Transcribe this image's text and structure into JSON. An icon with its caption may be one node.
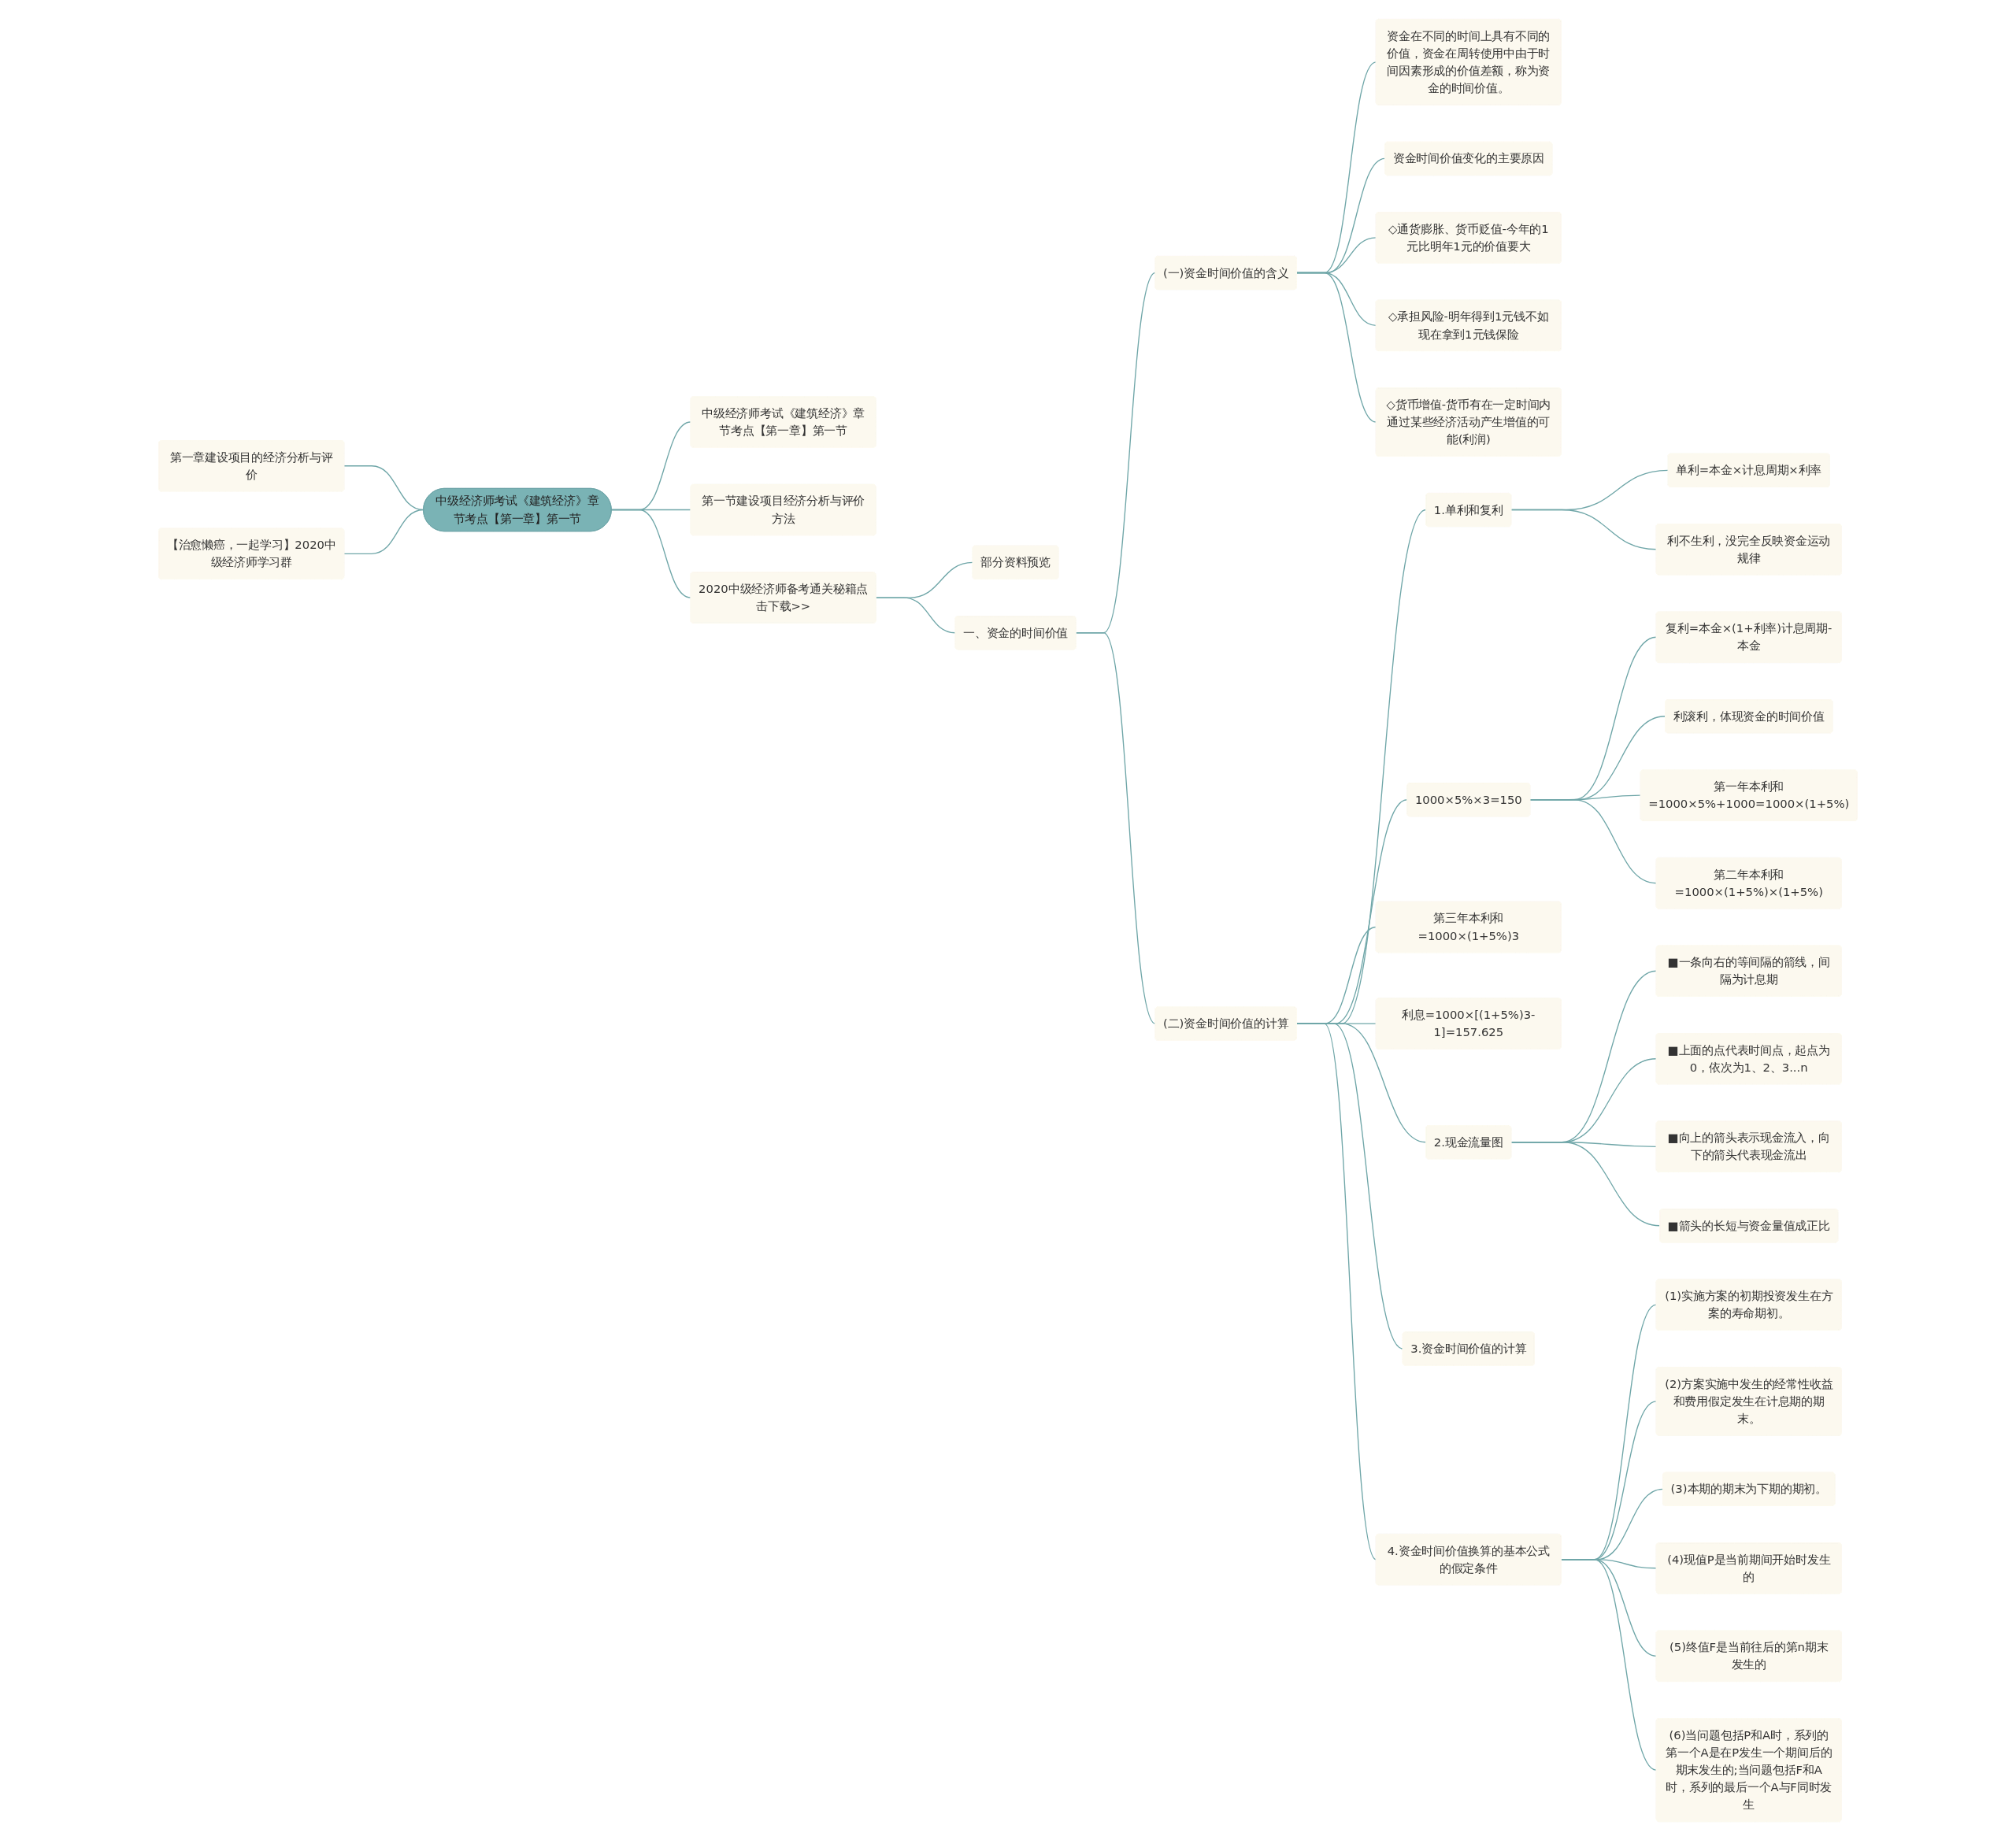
{
  "diagram": {
    "nodes": [
      {
        "text": [
          "中级经济师考试《建筑经济》章节考点【第一章】第一节"
        ]
      },
      {
        "text": [
          "中级经济师考试《建筑经济》章节考点【第一章】第一节"
        ]
      },
      {
        "text": [
          "第一节建设项目经济分析与评价方法"
        ]
      },
      {
        "text": [
          "2020中级经济师备考通关秘籍点击下载>>"
        ]
      },
      {
        "text": [
          "部分资料预览"
        ]
      },
      {
        "text": [
          "一、资金的时间价值"
        ]
      },
      {
        "text": [
          "(一)资金时间价值的含义"
        ]
      },
      {
        "text": [
          "资金在不同的时间上具有不同的价值，资金在周转使用中由于时间因素形成的价值差额，称为资金的时间价值。"
        ]
      },
      {
        "text": [
          "资金时间价值变化的主要原因"
        ]
      },
      {
        "text": [
          "◇通货膨胀、货币贬值-今年的1元比明年1元的价值要大"
        ]
      },
      {
        "text": [
          "◇承担风险-明年得到1元钱不如现在拿到1元钱保险"
        ]
      },
      {
        "text": [
          "◇货币增值-货币有在一定时间内通过某些经济活动产生增值的可能(利润)"
        ]
      },
      {
        "text": [
          "(二)资金时间价值的计算"
        ]
      },
      {
        "text": [
          "1.单利和复利"
        ]
      },
      {
        "text": [
          "单利=本金×计息周期×利率"
        ]
      },
      {
        "text": [
          "利不生利，没完全反映资金运动规律"
        ]
      },
      {
        "text": [
          "1000×5%×3=150"
        ]
      },
      {
        "text": [
          "复利=本金×(1+利率)计息周期-本金"
        ]
      },
      {
        "text": [
          "利滚利，体现资金的时间价值"
        ]
      },
      {
        "text": [
          "第一年本利和=1000×5%+1000=1000×(1+5%)"
        ]
      },
      {
        "text": [
          "第二年本利和=1000×(1+5%)×(1+5%)"
        ]
      },
      {
        "text": [
          "第三年本利和=1000×(1+5%)3"
        ]
      },
      {
        "text": [
          "利息=1000×[(1+5%)3-1]=157.625"
        ]
      },
      {
        "text": [
          "2.现金流量图"
        ]
      },
      {
        "text": [
          "■一条向右的等间隔的箭线，间隔为计息期"
        ]
      },
      {
        "text": [
          "■上面的点代表时间点，起点为0，依次为1、2、3...n"
        ]
      },
      {
        "text": [
          "■向上的箭头表示现金流入，向下的箭头代表现金流出"
        ]
      },
      {
        "text": [
          "■箭头的长短与资金量值成正比"
        ]
      },
      {
        "text": [
          "3.资金时间价值的计算"
        ]
      },
      {
        "text": [
          "4.资金时间价值换算的基本公式的假定条件"
        ]
      },
      {
        "text": [
          "(1)实施方案的初期投资发生在方案的寿命期初。"
        ]
      },
      {
        "text": [
          "(2)方案实施中发生的经常性收益和费用假定发生在计息期的期末。"
        ]
      },
      {
        "text": [
          "(3)本期的期末为下期的期初。"
        ]
      },
      {
        "text": [
          "(4)现值P是当前期间开始时发生的"
        ]
      },
      {
        "text": [
          "(5)终值F是当前往后的第n期末发生的"
        ]
      },
      {
        "text": [
          "(6)当问题包括P和A时，系列的第一个A是在P发生一个期间后的期末发生的;当问题包括F和A时，系列的最后一个A与F同时发生"
        ]
      },
      {
        "text": [
          "第一章建设项目的经济分析与评价"
        ]
      },
      {
        "text": [
          "【治愈懒癌，一起学习】2020中级经济师学习群"
        ]
      }
    ],
    "edges": [
      {
        "from": 0,
        "to": 1,
        "arrow": "none"
      },
      {
        "from": 0,
        "to": 2,
        "arrow": "none"
      },
      {
        "from": 0,
        "to": 3,
        "arrow": "none"
      },
      {
        "from": 3,
        "to": 4,
        "arrow": "none"
      },
      {
        "from": 3,
        "to": 5,
        "arrow": "none"
      },
      {
        "from": 5,
        "to": 6,
        "arrow": "none"
      },
      {
        "from": 6,
        "to": 7,
        "arrow": "none"
      },
      {
        "from": 6,
        "to": 8,
        "arrow": "none"
      },
      {
        "from": 6,
        "to": 9,
        "arrow": "none"
      },
      {
        "from": 6,
        "to": 10,
        "arrow": "none"
      },
      {
        "from": 6,
        "to": 11,
        "arrow": "none"
      },
      {
        "from": 5,
        "to": 12,
        "arrow": "none"
      },
      {
        "from": 12,
        "to": 13,
        "arrow": "none"
      },
      {
        "from": 13,
        "to": 14,
        "arrow": "none"
      },
      {
        "from": 13,
        "to": 15,
        "arrow": "none"
      },
      {
        "from": 12,
        "to": 16,
        "arrow": "none"
      },
      {
        "from": 16,
        "to": 17,
        "arrow": "none"
      },
      {
        "from": 16,
        "to": 18,
        "arrow": "none"
      },
      {
        "from": 16,
        "to": 19,
        "arrow": "none"
      },
      {
        "from": 16,
        "to": 20,
        "arrow": "none"
      },
      {
        "from": 12,
        "to": 21,
        "arrow": "none"
      },
      {
        "from": 12,
        "to": 22,
        "arrow": "none"
      },
      {
        "from": 12,
        "to": 23,
        "arrow": "none"
      },
      {
        "from": 23,
        "to": 24,
        "arrow": "none"
      },
      {
        "from": 23,
        "to": 25,
        "arrow": "none"
      },
      {
        "from": 23,
        "to": 26,
        "arrow": "none"
      },
      {
        "from": 23,
        "to": 27,
        "arrow": "none"
      },
      {
        "from": 12,
        "to": 28,
        "arrow": "none"
      },
      {
        "from": 12,
        "to": 29,
        "arrow": "none"
      },
      {
        "from": 29,
        "to": 30,
        "arrow": "none"
      },
      {
        "from": 29,
        "to": 31,
        "arrow": "none"
      },
      {
        "from": 29,
        "to": 32,
        "arrow": "none"
      },
      {
        "from": 29,
        "to": 33,
        "arrow": "none"
      },
      {
        "from": 29,
        "to": 34,
        "arrow": "none"
      },
      {
        "from": 29,
        "to": 35,
        "arrow": "none"
      },
      {
        "from": 36,
        "to": 0,
        "arrow": "none"
      },
      {
        "from": 37,
        "to": 0,
        "arrow": "none"
      }
    ]
  }
}
